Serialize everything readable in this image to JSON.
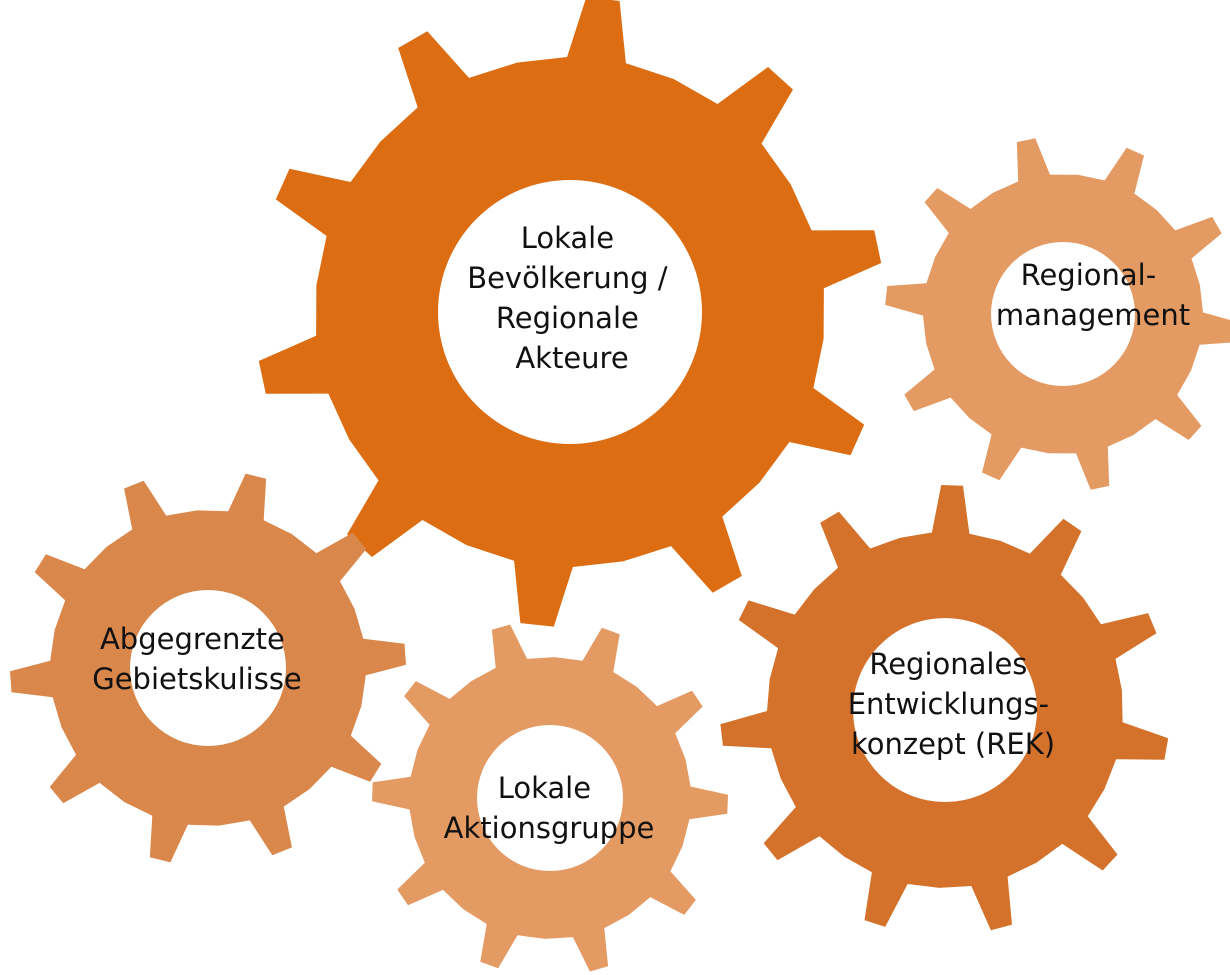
{
  "diagram": {
    "colors": {
      "background": "#ffffff",
      "hub": "#ffffff",
      "text": "#111111"
    },
    "gears": [
      {
        "id": "lokale-bevoelkerung",
        "label_lines": [
          "Lokale",
          "Bevölkerung /",
          "Regionale",
          "Akteure"
        ],
        "color": "#dc6d12"
      },
      {
        "id": "regionalmanagement",
        "label_lines": [
          "Regional-",
          "management"
        ],
        "color": "#e49a63"
      },
      {
        "id": "abgegrenzte-gebietskulisse",
        "label_lines": [
          "Abgegrenzte",
          "Gebietskulisse"
        ],
        "color": "#d9874b"
      },
      {
        "id": "lokale-aktionsgruppe",
        "label_lines": [
          "Lokale",
          "Aktionsgruppe"
        ],
        "color": "#e49a63"
      },
      {
        "id": "regionales-entwicklungskonzept",
        "label_lines": [
          "Regionales",
          "Entwicklungs-",
          "konzept (REK)"
        ],
        "color": "#d4722c"
      }
    ]
  }
}
